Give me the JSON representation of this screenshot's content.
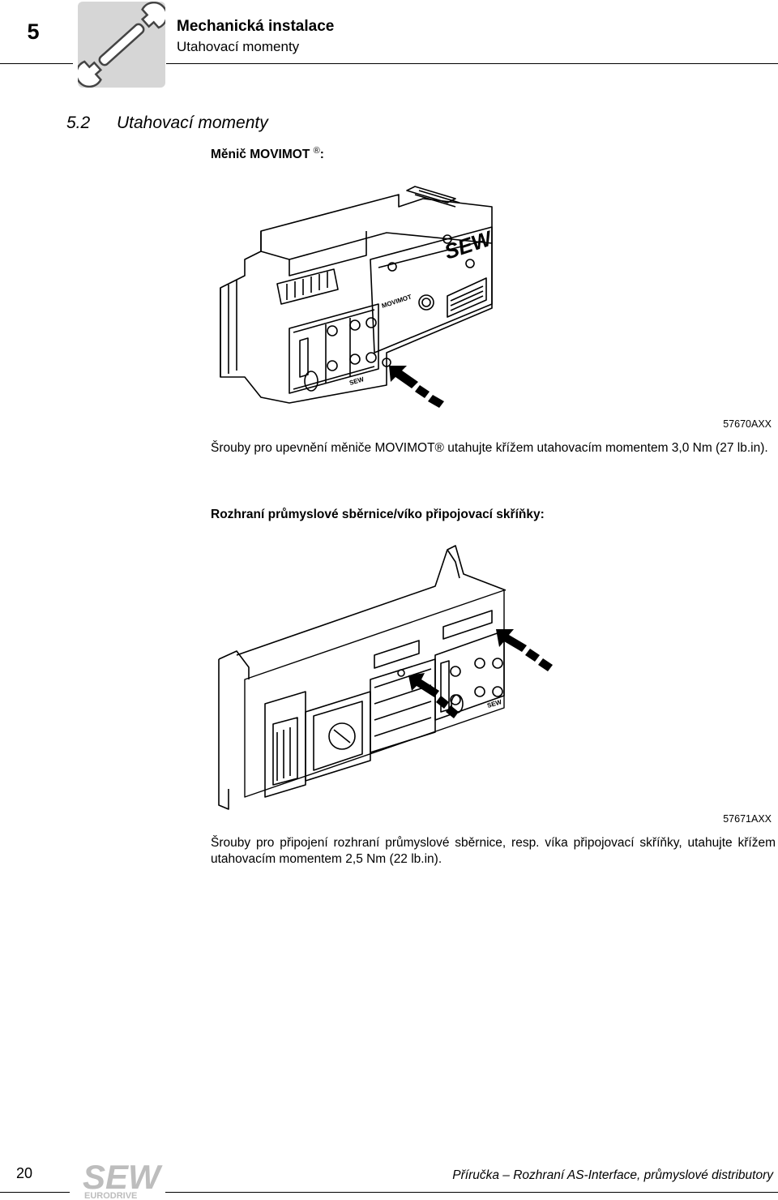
{
  "header": {
    "chapter_number": "5",
    "title": "Mechanická instalace",
    "subtitle": "Utahovací momenty",
    "icon": "wrench-icon"
  },
  "section": {
    "number": "5.2",
    "title": "Utahovací momenty"
  },
  "block1": {
    "label": "Měnič MOVIMOT",
    "label_mark": "®",
    "label_suffix": ":",
    "figure_id": "57670AXX",
    "text": "Šrouby pro upevnění měniče MOVIMOT® utahujte křížem utahovacím momentem 3,0 Nm (27 lb.in).",
    "figure_texts": {
      "brand": "SEW",
      "product": "MOVIMOT",
      "plate": "SEW"
    }
  },
  "block2": {
    "label": "Rozhraní průmyslové sběrnice/víko připojovací skříňky:",
    "figure_id": "57671AXX",
    "text": "Šrouby pro připojení rozhraní průmyslové sběrnice, resp. víka připojovací skříňky, utahujte křížem utahovacím momentem 2,5 Nm (22 lb.in).",
    "figure_texts": {
      "plate": "SEW"
    }
  },
  "footer": {
    "page_number": "20",
    "logo_top": "SEW",
    "logo_bottom": "EURODRIVE",
    "text": "Příručka – Rozhraní AS-Interface, průmyslové distributory"
  }
}
